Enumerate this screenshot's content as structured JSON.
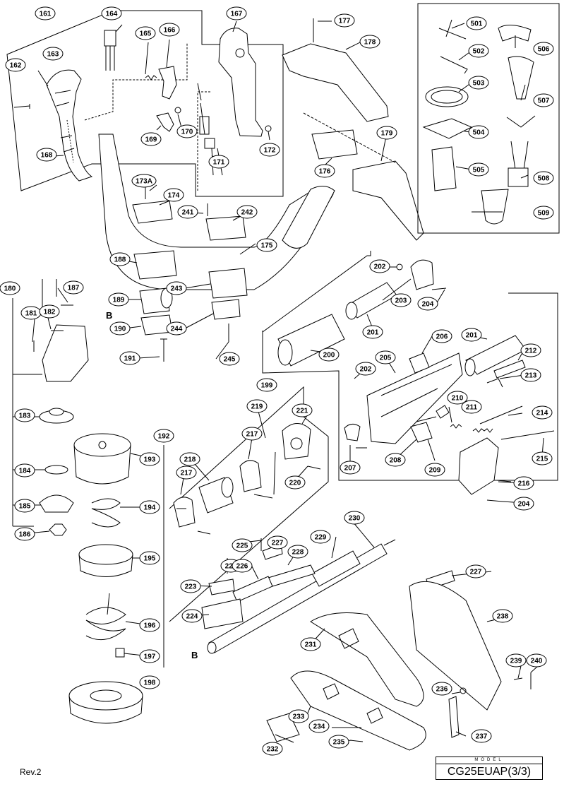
{
  "labels": {
    "161": "161",
    "162": "162",
    "163": "163",
    "164": "164",
    "165": "165",
    "166": "166",
    "167": "167",
    "168": "168",
    "169": "169",
    "170": "170",
    "171": "171",
    "172": "172",
    "173A": "173A",
    "174": "174",
    "175": "175",
    "176": "176",
    "177": "177",
    "178": "178",
    "179": "179",
    "180": "180",
    "181": "181",
    "182": "182",
    "183": "183",
    "184": "184",
    "185": "185",
    "186": "186",
    "187": "187",
    "188": "188",
    "189": "189",
    "190": "190",
    "191": "191",
    "192": "192",
    "193": "193",
    "194": "194",
    "195": "195",
    "196": "196",
    "197": "197",
    "198": "198",
    "199": "199",
    "200": "200",
    "201a": "201",
    "201b": "201",
    "202a": "202",
    "202b": "202",
    "203": "203",
    "204a": "204",
    "204b": "204",
    "205": "205",
    "206": "206",
    "207": "207",
    "208": "208",
    "209": "209",
    "210": "210",
    "211": "211",
    "212": "212",
    "213": "213",
    "214": "214",
    "215": "215",
    "216": "216",
    "217a": "217",
    "217b": "217",
    "218": "218",
    "219": "219",
    "220": "220",
    "221": "221",
    "222": "222",
    "223": "223",
    "224": "224",
    "225": "225",
    "226": "226",
    "227a": "227",
    "227b": "227",
    "228": "228",
    "229": "229",
    "230": "230",
    "231": "231",
    "232": "232",
    "233": "233",
    "234": "234",
    "235": "235",
    "236": "236",
    "237": "237",
    "238": "238",
    "239": "239",
    "240": "240",
    "241": "241",
    "242": "242",
    "243": "243",
    "244": "244",
    "245": "245",
    "501": "501",
    "502": "502",
    "503": "503",
    "504": "504",
    "505": "505",
    "506": "506",
    "507": "507",
    "508": "508",
    "509": "509"
  },
  "marker_b_top": "B",
  "marker_b_bottom": "B",
  "revision": "Rev.2",
  "model_caption": "MODEL",
  "model_name": "CG25EUAP(3/3)"
}
